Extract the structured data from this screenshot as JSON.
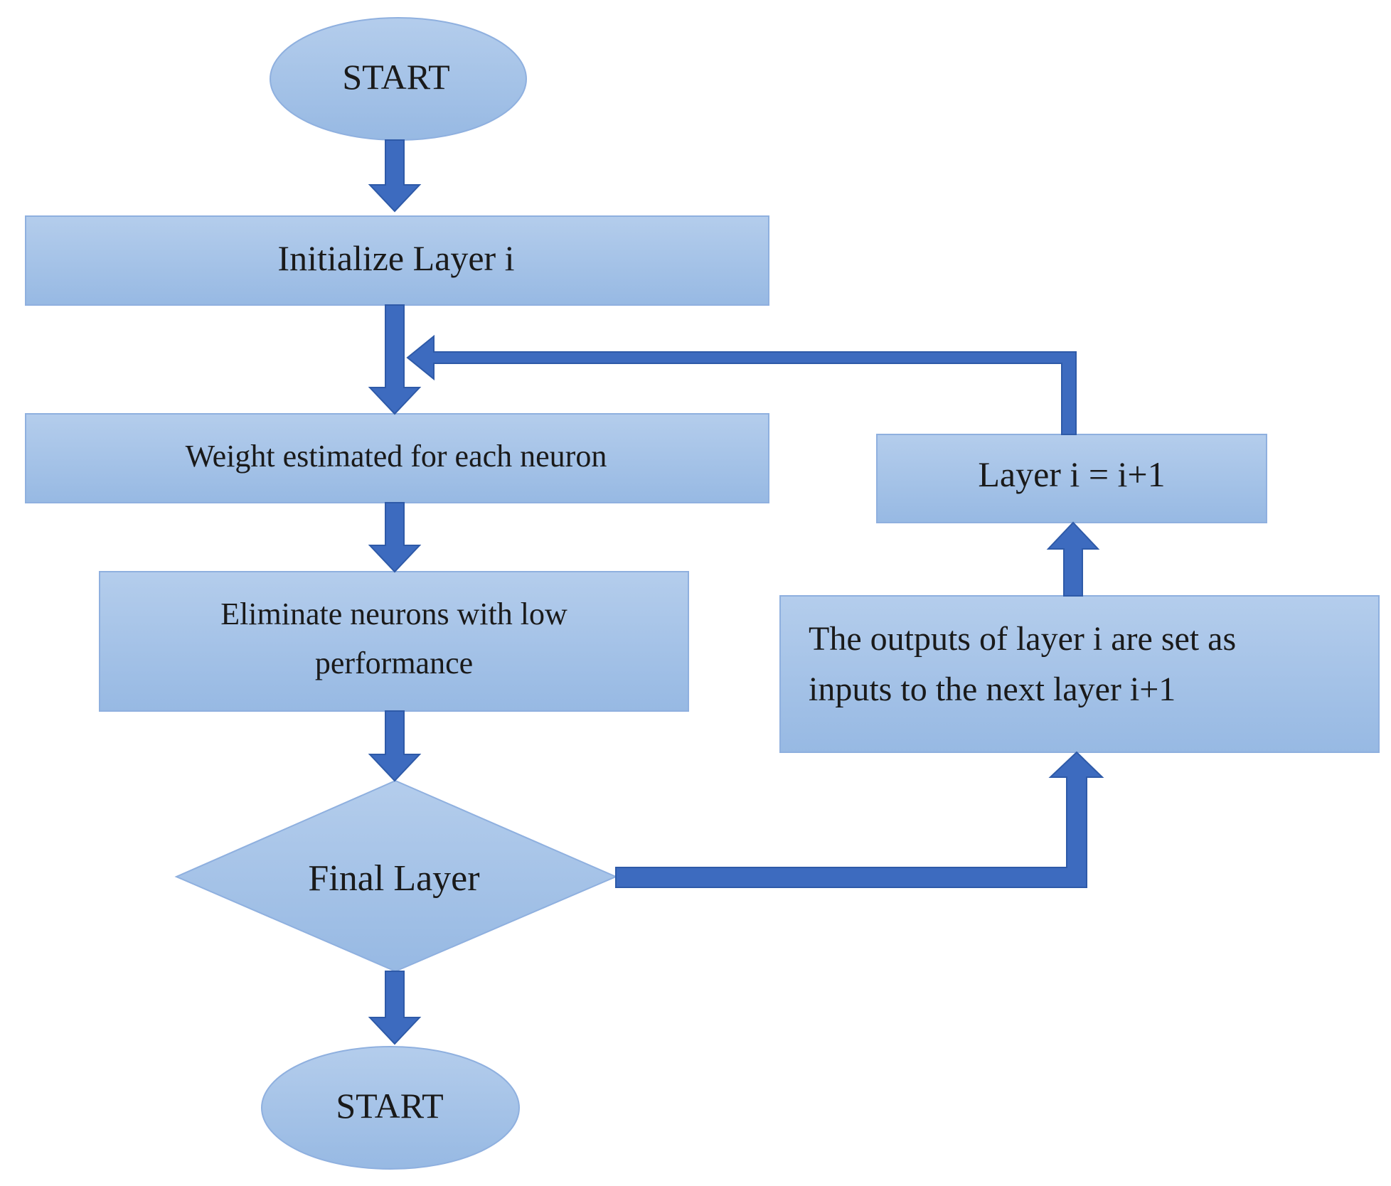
{
  "nodes": {
    "start_top": "START",
    "initialize": "Initialize Layer i",
    "weight": "Weight estimated for each neuron",
    "eliminate": [
      "Eliminate neurons with low",
      "performance"
    ],
    "decision": "Final Layer",
    "end_bottom": "START",
    "next_layer": "Layer i = i+1",
    "outputs": [
      "The outputs of layer i are set as",
      "inputs to the next layer i+1"
    ]
  },
  "colors": {
    "shape_fill_top": "#b4cdec",
    "shape_fill_bottom": "#97b9e3",
    "shape_stroke": "#7fa6dc",
    "arrow": "#3d6bbf",
    "arrow_stroke": "#2e5aa8",
    "text": "#1a1a1a"
  }
}
